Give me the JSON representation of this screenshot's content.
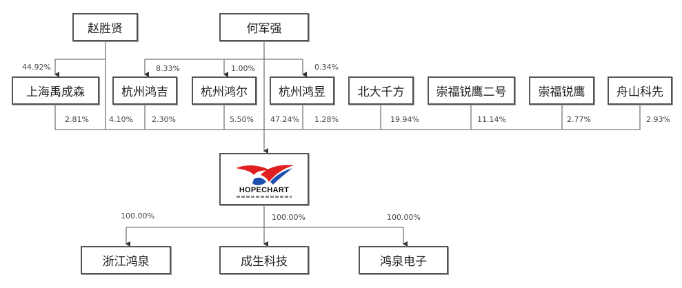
{
  "shareholders_top": {
    "zhao": "赵胜贤",
    "he": "何军强"
  },
  "holders": [
    {
      "name": "上海禹成森",
      "stake": "2.81%"
    },
    {
      "name": "杭州鸿吉",
      "stake": "2.30%"
    },
    {
      "name": "杭州鸿尔",
      "stake": "5.50%"
    },
    {
      "name": "杭州鸿昱",
      "stake": "1.28%"
    },
    {
      "name": "北大千方",
      "stake": "19.94%"
    },
    {
      "name": "崇福锐鹰二号",
      "stake": "11.14%"
    },
    {
      "name": "崇福锐鹰",
      "stake": "2.77%"
    },
    {
      "name": "舟山科先",
      "stake": "2.93%"
    }
  ],
  "zhao_to_shanghai": "44.92%",
  "he_to_hongji": "8.33%",
  "he_to_honger": "1.00%",
  "he_to_hongyu": "0.34%",
  "zhao_direct": "4.10%",
  "he_direct": "47.24%",
  "company": {
    "logo_text": "HOPECHART",
    "brand_colors": {
      "red": "#e02020",
      "blue": "#1f4fb0"
    }
  },
  "subsidiaries": [
    {
      "name": "浙江鸿泉",
      "stake": "100.00%"
    },
    {
      "name": "成生科技",
      "stake": "100.00%"
    },
    {
      "name": "鸿泉电子",
      "stake": "100.00%"
    }
  ]
}
